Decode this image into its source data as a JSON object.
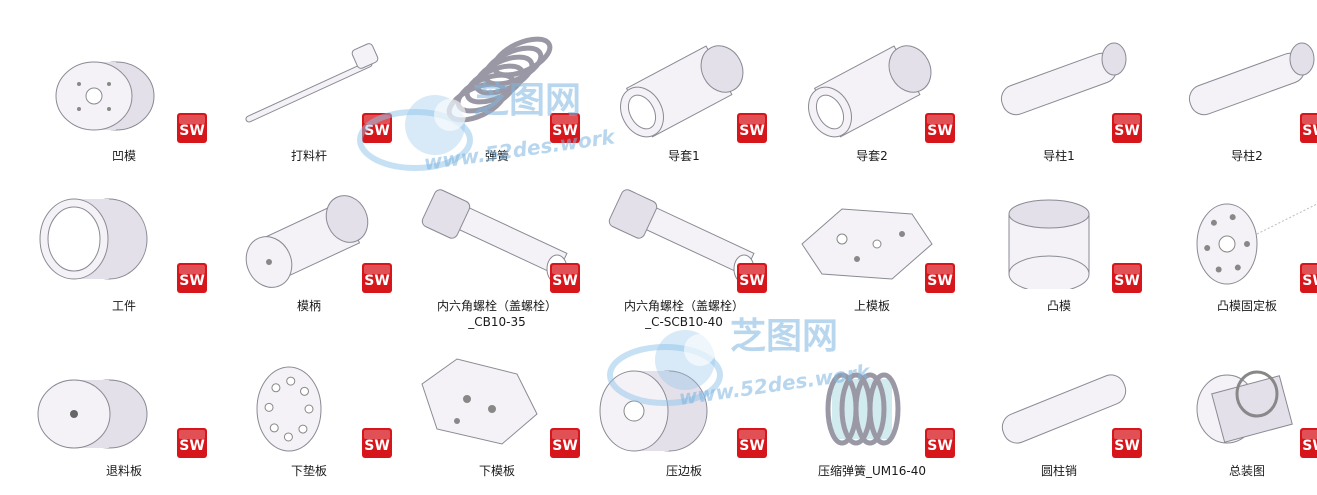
{
  "files": [
    {
      "label": "凹模",
      "icon": "die-part-icon"
    },
    {
      "label": "打料杆",
      "icon": "ejector-rod-icon"
    },
    {
      "label": "弹簧",
      "icon": "spring-icon"
    },
    {
      "label": "导套1",
      "icon": "guide-sleeve-icon"
    },
    {
      "label": "导套2",
      "icon": "guide-sleeve-icon"
    },
    {
      "label": "导柱1",
      "icon": "guide-pillar-icon"
    },
    {
      "label": "导柱2",
      "icon": "guide-pillar-icon"
    },
    {
      "label": "工件",
      "icon": "workpiece-icon"
    },
    {
      "label": "模柄",
      "icon": "die-shank-icon"
    },
    {
      "label": "内六角螺栓（盖螺栓）",
      "label2": "_CB10-35",
      "icon": "hex-bolt-icon"
    },
    {
      "label": "内六角螺栓（盖螺栓）",
      "label2": "_C-SCB10-40",
      "icon": "hex-bolt-icon"
    },
    {
      "label": "上模板",
      "icon": "upper-die-plate-icon"
    },
    {
      "label": "凸模",
      "icon": "punch-icon"
    },
    {
      "label": "凸模固定板",
      "icon": "punch-retainer-icon"
    },
    {
      "label": "退料板",
      "icon": "stripper-plate-icon"
    },
    {
      "label": "下垫板",
      "icon": "lower-backing-plate-icon"
    },
    {
      "label": "下模板",
      "icon": "lower-die-plate-icon"
    },
    {
      "label": "压边板",
      "icon": "blank-holder-icon"
    },
    {
      "label": "压缩弹簧_UM16-40",
      "icon": "compression-spring-icon"
    },
    {
      "label": "圆柱销",
      "icon": "dowel-pin-icon"
    },
    {
      "label": "总装图",
      "icon": "assembly-icon"
    }
  ],
  "badge_text": "SW",
  "badge_color": "#d7161b",
  "watermark": {
    "title": "芝图网",
    "url": "www.52des.work"
  }
}
